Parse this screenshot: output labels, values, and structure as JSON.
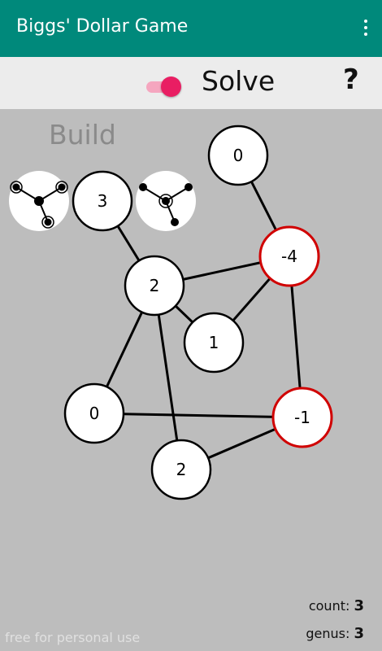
{
  "app": {
    "title": "Biggs' Dollar Game"
  },
  "mode": {
    "build_label": "Build",
    "solve_label": "Solve",
    "toggle_on": true,
    "help_label": "?"
  },
  "colors": {
    "appbar": "#00897b",
    "accent": "#e91e63",
    "negative_ring": "#d00000",
    "board": "#bdbdbd"
  },
  "graph": {
    "nodes": [
      {
        "id": "n0",
        "value": "0",
        "negative": false
      },
      {
        "id": "n1",
        "value": "3",
        "negative": false
      },
      {
        "id": "n2",
        "value": "-4",
        "negative": true
      },
      {
        "id": "n3",
        "value": "2",
        "negative": false
      },
      {
        "id": "n4",
        "value": "1",
        "negative": false
      },
      {
        "id": "n5",
        "value": "0",
        "negative": false
      },
      {
        "id": "n6",
        "value": "-1",
        "negative": true
      },
      {
        "id": "n7",
        "value": "2",
        "negative": false
      }
    ],
    "edges": [
      [
        "n0",
        "n2"
      ],
      [
        "n1",
        "n3"
      ],
      [
        "n3",
        "n2"
      ],
      [
        "n3",
        "n4"
      ],
      [
        "n4",
        "n2"
      ],
      [
        "n3",
        "n5"
      ],
      [
        "n3",
        "n7"
      ],
      [
        "n5",
        "n6"
      ],
      [
        "n2",
        "n6"
      ],
      [
        "n7",
        "n6"
      ]
    ]
  },
  "tools": [
    {
      "name": "give-tool-icon"
    },
    {
      "name": "take-tool-icon"
    }
  ],
  "status": {
    "count_label": "count:",
    "count_value": "3",
    "genus_label": "genus:",
    "genus_value": "3"
  },
  "watermark": "free for personal use"
}
